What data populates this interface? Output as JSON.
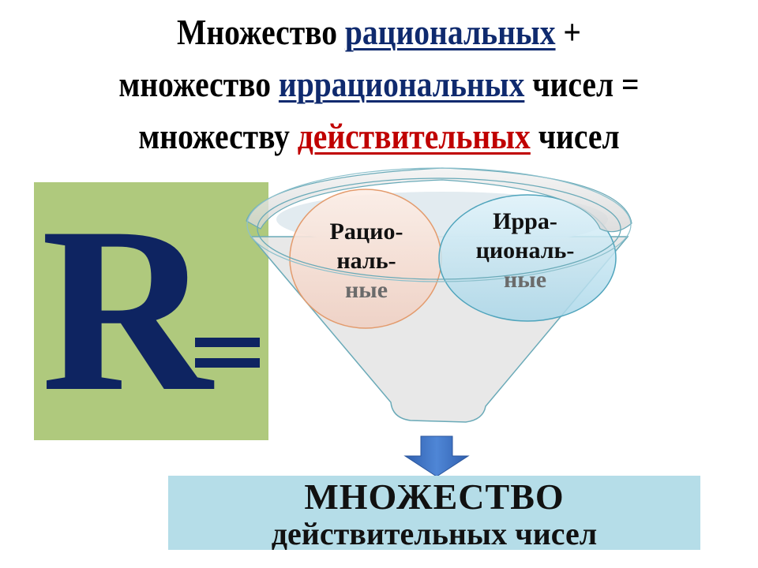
{
  "title": {
    "line1": {
      "prefix": "Множество ",
      "highlight": "рациональных",
      "suffix": " +"
    },
    "line2": {
      "prefix": "множество ",
      "highlight": "иррациональных",
      "suffix": " чисел ="
    },
    "line3": {
      "prefix": "множеству ",
      "highlight": "действительных",
      "suffix": " чисел"
    }
  },
  "left_panel": {
    "symbol": "R",
    "operator": "="
  },
  "funnel": {
    "rational": {
      "line1": "Рацио-",
      "line2": "наль-",
      "line3": "ные"
    },
    "irrational": {
      "line1": "Ирра-",
      "line2": "циональ-",
      "line3": "ные"
    }
  },
  "arrow": {
    "icon": "down-arrow-icon"
  },
  "result": {
    "line1": "МНОЖЕСТВО",
    "line2": "действительных чисел"
  },
  "colors": {
    "rational_highlight": "#0f2a6e",
    "irrational_highlight": "#0f2a6e",
    "real_highlight": "#c00000",
    "green_panel": "#afc97d",
    "r_symbol": "#0e2461",
    "result_box": "#b5dde8",
    "arrow": "#3b6fbf"
  }
}
